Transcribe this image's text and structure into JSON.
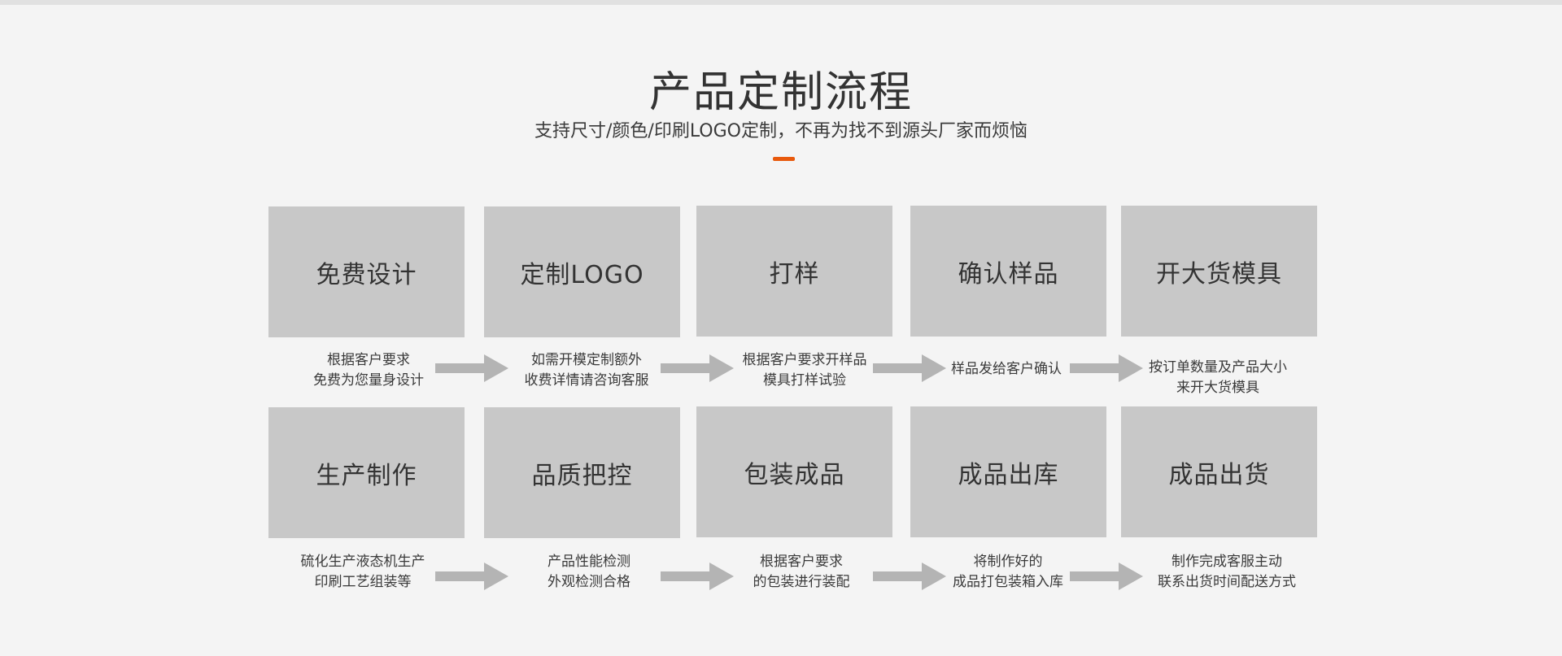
{
  "header": {
    "title": "产品定制流程",
    "subtitle": "支持尺寸/颜色/印刷LOGO定制，不再为找不到源头厂家而烦恼",
    "accent_color": "#e8590c"
  },
  "steps_row1": [
    {
      "label": "免费设计",
      "desc_line1": "根据客户要求",
      "desc_line2": "免费为您量身设计"
    },
    {
      "label": "定制LOGO",
      "desc_line1": "如需开模定制额外",
      "desc_line2": "收费详情请咨询客服"
    },
    {
      "label": "打样",
      "desc_line1": "根据客户要求开样品",
      "desc_line2": "模具打样试验"
    },
    {
      "label": "确认样品",
      "desc_line1": "样品发给客户确认",
      "desc_line2": ""
    },
    {
      "label": "开大货模具",
      "desc_line1": "按订单数量及产品大小",
      "desc_line2": "来开大货模具"
    }
  ],
  "steps_row2": [
    {
      "label": "生产制作",
      "desc_line1": "硫化生产液态机生产",
      "desc_line2": "印刷工艺组装等"
    },
    {
      "label": "品质把控",
      "desc_line1": "产品性能检测",
      "desc_line2": "外观检测合格"
    },
    {
      "label": "包装成品",
      "desc_line1": "根据客户要求",
      "desc_line2": "的包装进行装配"
    },
    {
      "label": "成品出库",
      "desc_line1": "将制作好的",
      "desc_line2": "成品打包装箱入库"
    },
    {
      "label": "成品出货",
      "desc_line1": "制作完成客服主动",
      "desc_line2": "联系出货时间配送方式"
    }
  ],
  "colors": {
    "box": "#c8c8c8",
    "arrow": "#b4b4b4",
    "background": "#f4f4f4"
  },
  "icons": {
    "arrow": "right-arrow-icon"
  }
}
